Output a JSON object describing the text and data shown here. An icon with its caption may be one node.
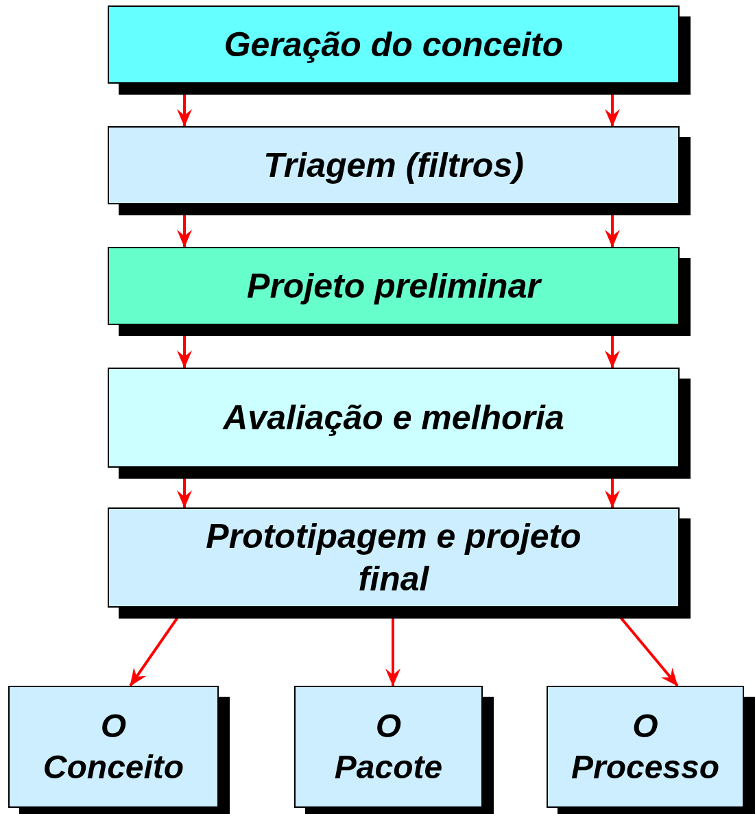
{
  "diagram": {
    "nodes": [
      {
        "text": [
          "Geração do conceito"
        ]
      },
      {
        "text": [
          "Triagem (filtros)"
        ]
      },
      {
        "text": [
          "Projeto preliminar"
        ]
      },
      {
        "text": [
          "Avaliação e melhoria"
        ]
      },
      {
        "text": [
          "Prototipagem e projeto final"
        ]
      },
      {
        "text": [
          "O Conceito"
        ]
      },
      {
        "text": [
          "O Pacote"
        ]
      },
      {
        "text": [
          "O Processo"
        ]
      }
    ],
    "edges": [
      {
        "from": 0,
        "to": 1,
        "arrow": "to"
      },
      {
        "from": 0,
        "to": 1,
        "arrow": "to"
      },
      {
        "from": 1,
        "to": 2,
        "arrow": "to"
      },
      {
        "from": 1,
        "to": 2,
        "arrow": "to"
      },
      {
        "from": 2,
        "to": 3,
        "arrow": "to"
      },
      {
        "from": 2,
        "to": 3,
        "arrow": "to"
      },
      {
        "from": 3,
        "to": 4,
        "arrow": "to"
      },
      {
        "from": 3,
        "to": 4,
        "arrow": "to"
      },
      {
        "from": 4,
        "to": 5,
        "arrow": "to"
      },
      {
        "from": 4,
        "to": 6,
        "arrow": "to"
      },
      {
        "from": 4,
        "to": 7,
        "arrow": "to"
      }
    ]
  }
}
